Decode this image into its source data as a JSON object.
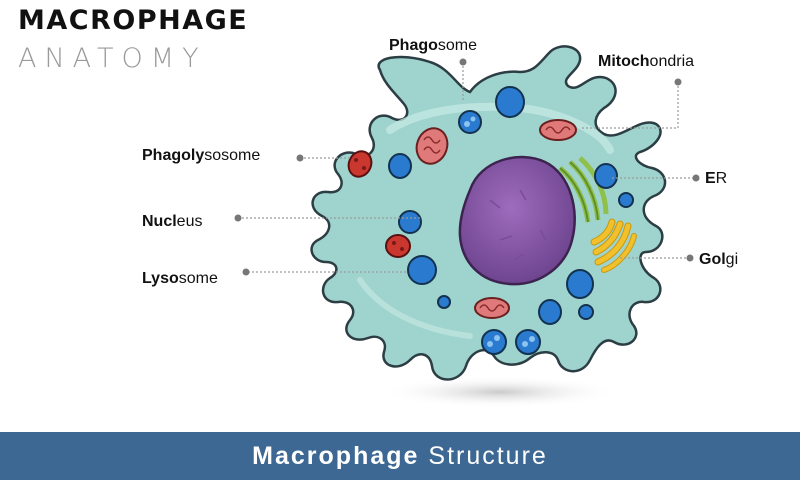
{
  "title": {
    "main": "MACROPHAGE",
    "sub": "ANATOMY"
  },
  "labels": {
    "phagosome": {
      "bold": "Phago",
      "rest": "some"
    },
    "mitochondria": {
      "bold": "Mitoch",
      "rest": "ondria"
    },
    "phagolysosome": {
      "bold": "Phagoly",
      "rest": "sosome"
    },
    "er": {
      "bold": "E",
      "rest": "R"
    },
    "nucleus": {
      "bold": "Nucl",
      "rest": "eus"
    },
    "golgi": {
      "bold": "Gol",
      "rest": "gi"
    },
    "lysosome": {
      "bold": "Lyso",
      "rest": "some"
    }
  },
  "footer": {
    "bold": "Macrophage",
    "rest": "Structure"
  },
  "colors": {
    "cytoplasm": "#9fd3cd",
    "cytoplasm_outline": "#2c3e44",
    "nucleus": "#8a5aa8",
    "vesicle": "#2a7bd0",
    "mitochondria": "#e07a7a",
    "lysosome": "#c9372f",
    "er": "#8fc04a",
    "golgi": "#f2c02a",
    "footer_bg": "#3d6894"
  }
}
